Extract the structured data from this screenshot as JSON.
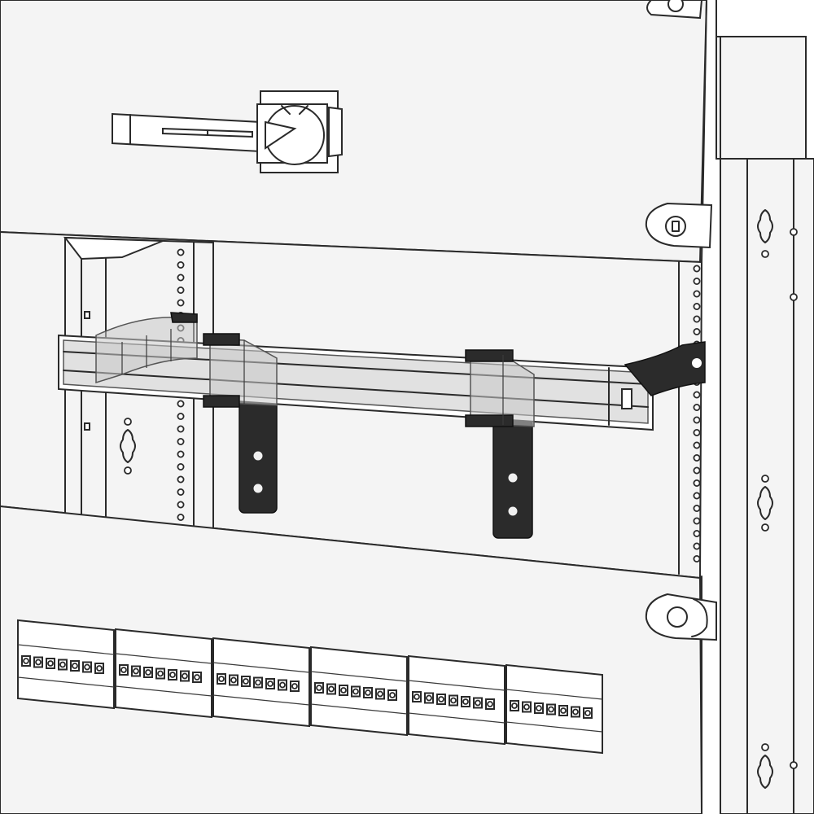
{
  "figure": {
    "description_parts": [
      "top-panel",
      "rotary-handle",
      "side-cabinet-frame",
      "middle-frame",
      "din-rail",
      "mounting-brackets",
      "bottom-panel",
      "terminal-blocks"
    ],
    "colors": {
      "line": "#2a2a2a",
      "panel_fill": "#f4f4f4",
      "bracket_fill": "#2b2b2b",
      "ghost_fill": "#c8c8c8"
    },
    "terminal_block_count": 6,
    "bracket_count": 2
  }
}
